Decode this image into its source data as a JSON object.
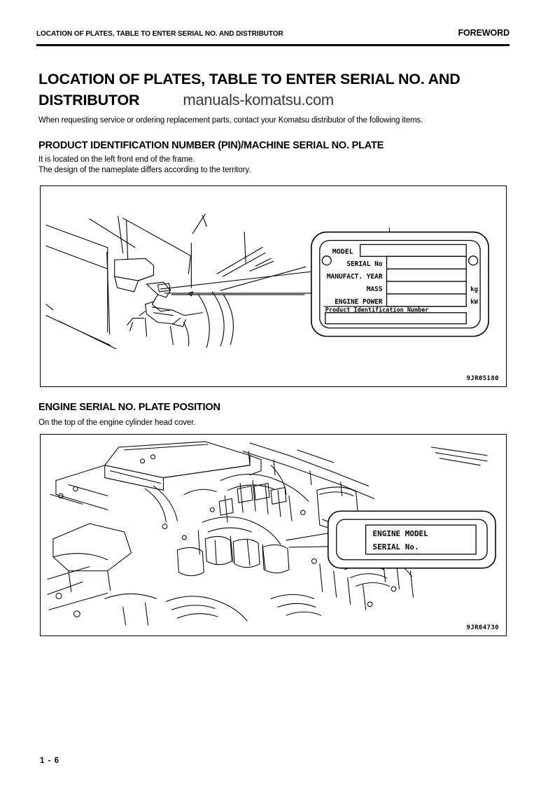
{
  "header": {
    "left_title": "LOCATION OF PLATES, TABLE TO ENTER SERIAL NO. AND DISTRIBUTOR",
    "right_title": "FOREWORD"
  },
  "title": {
    "line1": "LOCATION OF PLATES, TABLE TO ENTER SERIAL NO. AND",
    "line2": "DISTRIBUTOR",
    "watermark": "manuals-komatsu.com"
  },
  "intro": "When requesting service or ordering replacement parts, contact your Komatsu distributor of the following items.",
  "sections": [
    {
      "heading": "PRODUCT IDENTIFICATION NUMBER (PIN)/MACHINE SERIAL NO. PLATE",
      "sub_line1": "It is located on the left front end of the frame.",
      "sub_line2": "The design of the nameplate differs according to the territory.",
      "figure_code": "9JR05180"
    },
    {
      "heading": "ENGINE SERIAL NO. PLATE POSITION",
      "sub_line1": "On the top of the engine cylinder head cover.",
      "figure_code": "9JR04730"
    }
  ],
  "machine_plate": {
    "rows": [
      {
        "label": "MODEL",
        "unit": ""
      },
      {
        "label": "SERIAL No",
        "unit": ""
      },
      {
        "label": "MANUFACT. YEAR",
        "unit": ""
      },
      {
        "label": "MASS",
        "unit": "kg"
      },
      {
        "label": "ENGINE POWER",
        "unit": "kW"
      }
    ],
    "pin_label": "Product Identification Number"
  },
  "engine_plate": {
    "line1": "ENGINE MODEL",
    "line2": "SERIAL No."
  },
  "footer": {
    "page_number": "1 - 6"
  },
  "colors": {
    "ink": "#000000",
    "watermark": "#3a3a3a",
    "paper": "#ffffff"
  }
}
